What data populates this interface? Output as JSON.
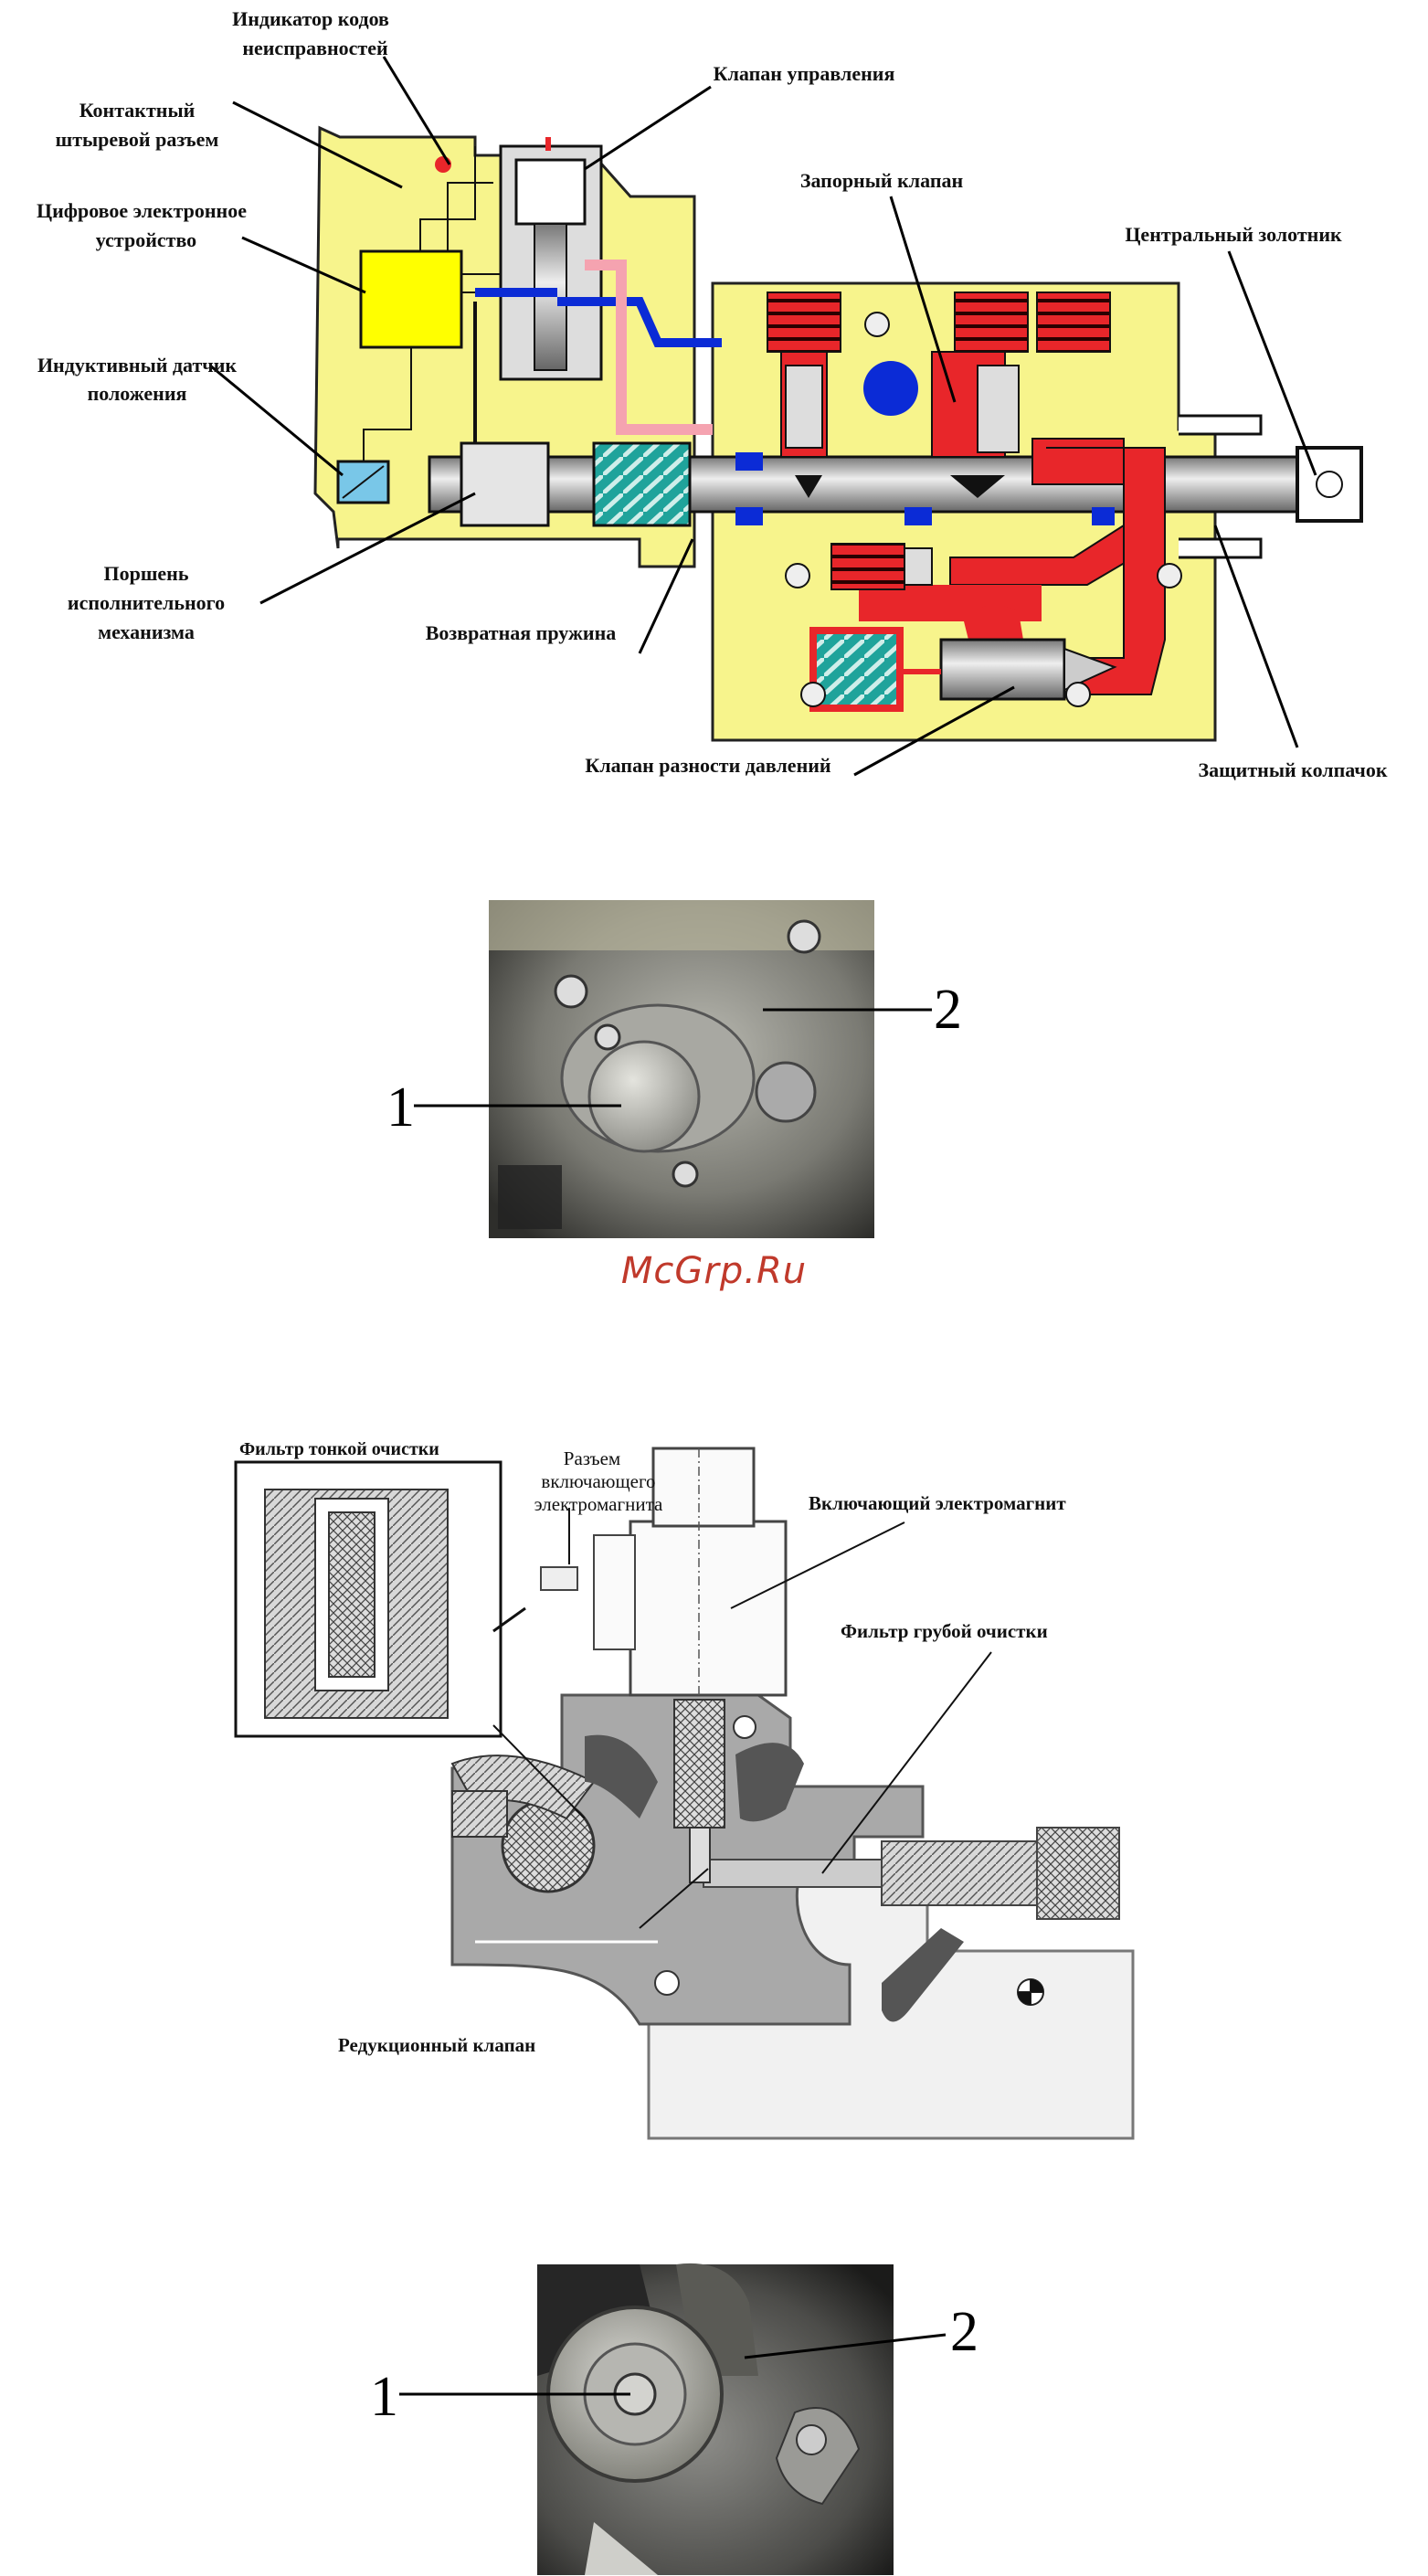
{
  "fig1": {
    "labels": {
      "fault_indicator_1": "Индикатор кодов",
      "fault_indicator_2": "неисправностей",
      "pin_connector_1": "Контактный",
      "pin_connector_2": "штыревой разъем",
      "ecu_1": "Цифровое электронное",
      "ecu_2": "устройство",
      "sensor_1": "Индуктивный датчик",
      "sensor_2": "положения",
      "piston_1": "Поршень",
      "piston_2": "исполнительного",
      "piston_3": "механизма",
      "control_valve": "Клапан управления",
      "check_valve": "Запорный клапан",
      "central_spool": "Центральный золотник",
      "return_spring": "Возвратная пружина",
      "diff_valve": "Клапан разности давлений",
      "cap": "Защитный колпачок"
    },
    "colors": {
      "body": "#f7f48c",
      "red": "#e8262a",
      "blue": "#0b2bd6",
      "pink": "#f5a3b0",
      "ecu": "#ffff00",
      "sensor": "#79c7e8",
      "spring": "#1fa39b"
    }
  },
  "photo1": {
    "callout_1": "1",
    "callout_2": "2"
  },
  "watermark": "McGrp.Ru",
  "fig2": {
    "labels": {
      "fine_filter": "Фильтр тонкой очистки",
      "connector_1": "Разъем",
      "connector_2": "включающего",
      "connector_3": "электромагнита",
      "solenoid": "Включающий электромагнит",
      "coarse_filter": "Фильтр грубой очистки",
      "reducing_valve": "Редукционный клапан"
    }
  },
  "photo2": {
    "callout_1": "1",
    "callout_2": "2"
  }
}
